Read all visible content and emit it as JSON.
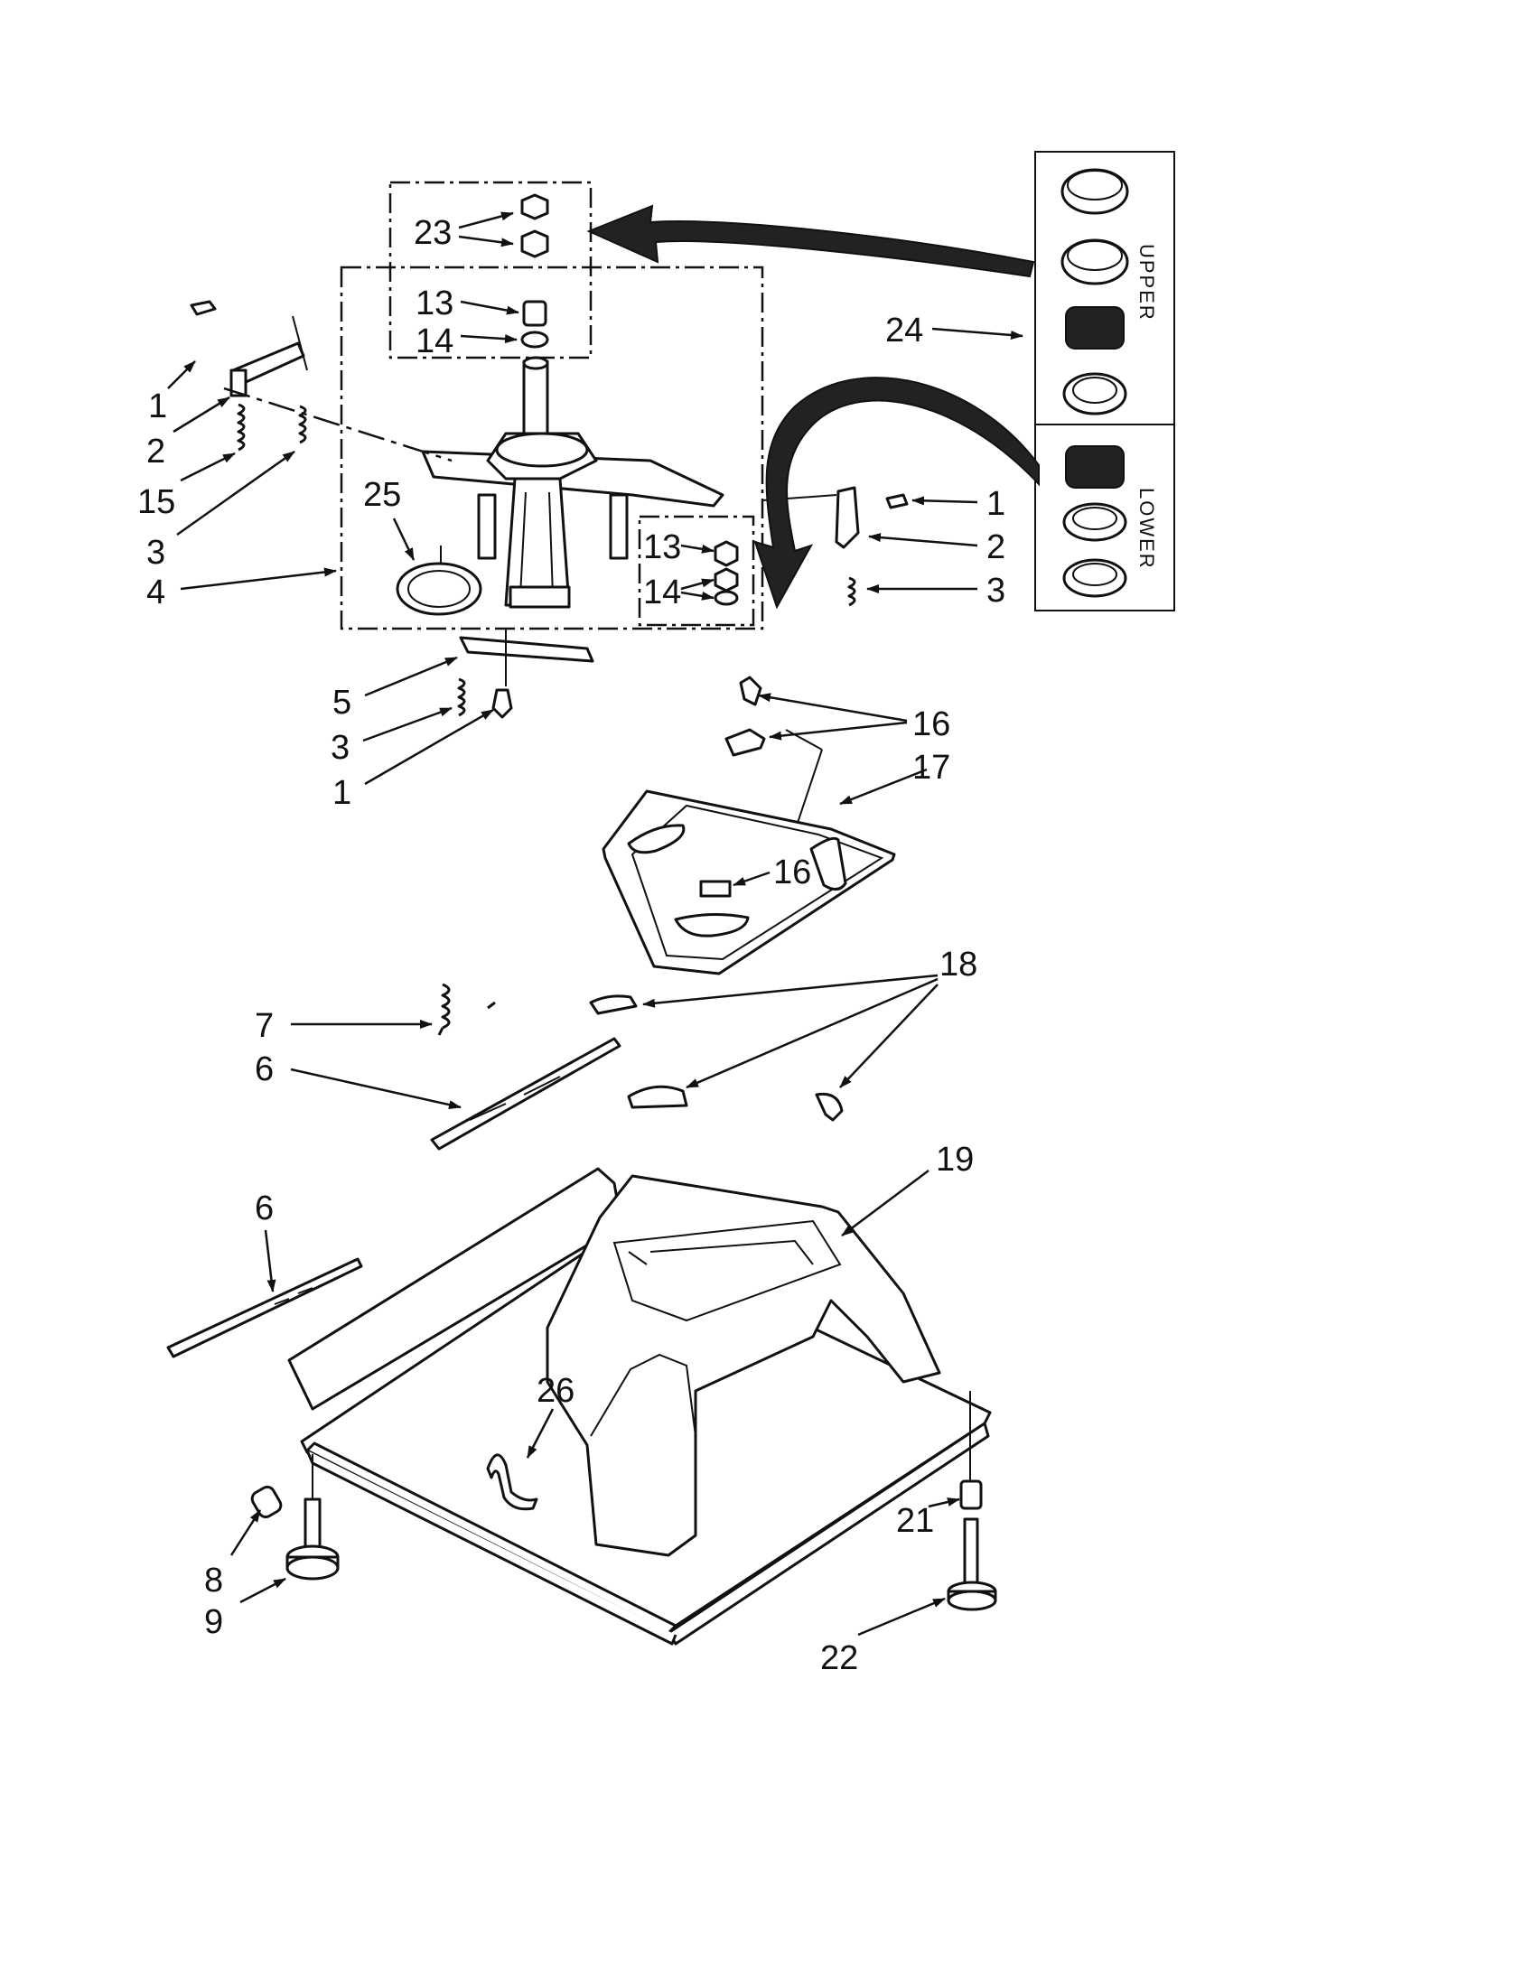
{
  "diagram": {
    "callouts": {
      "c1a": "1",
      "c2a": "2",
      "c15": "15",
      "c3a": "3",
      "c4": "4",
      "c25": "25",
      "c23": "23",
      "c13a": "13",
      "c14a": "14",
      "c13b": "13",
      "c14b": "14",
      "c1b": "1",
      "c2b": "2",
      "c3b": "3",
      "c24": "24",
      "c5": "5",
      "c3c": "3",
      "c1c": "1",
      "c16a": "16",
      "c17": "17",
      "c16b": "16",
      "c18": "18",
      "c7": "7",
      "c6a": "6",
      "c6b": "6",
      "c19": "19",
      "c26": "26",
      "c8": "8",
      "c9": "9",
      "c21": "21",
      "c22": "22"
    },
    "kit_box": {
      "upper_label": "UPPER",
      "lower_label": "LOWER"
    }
  }
}
